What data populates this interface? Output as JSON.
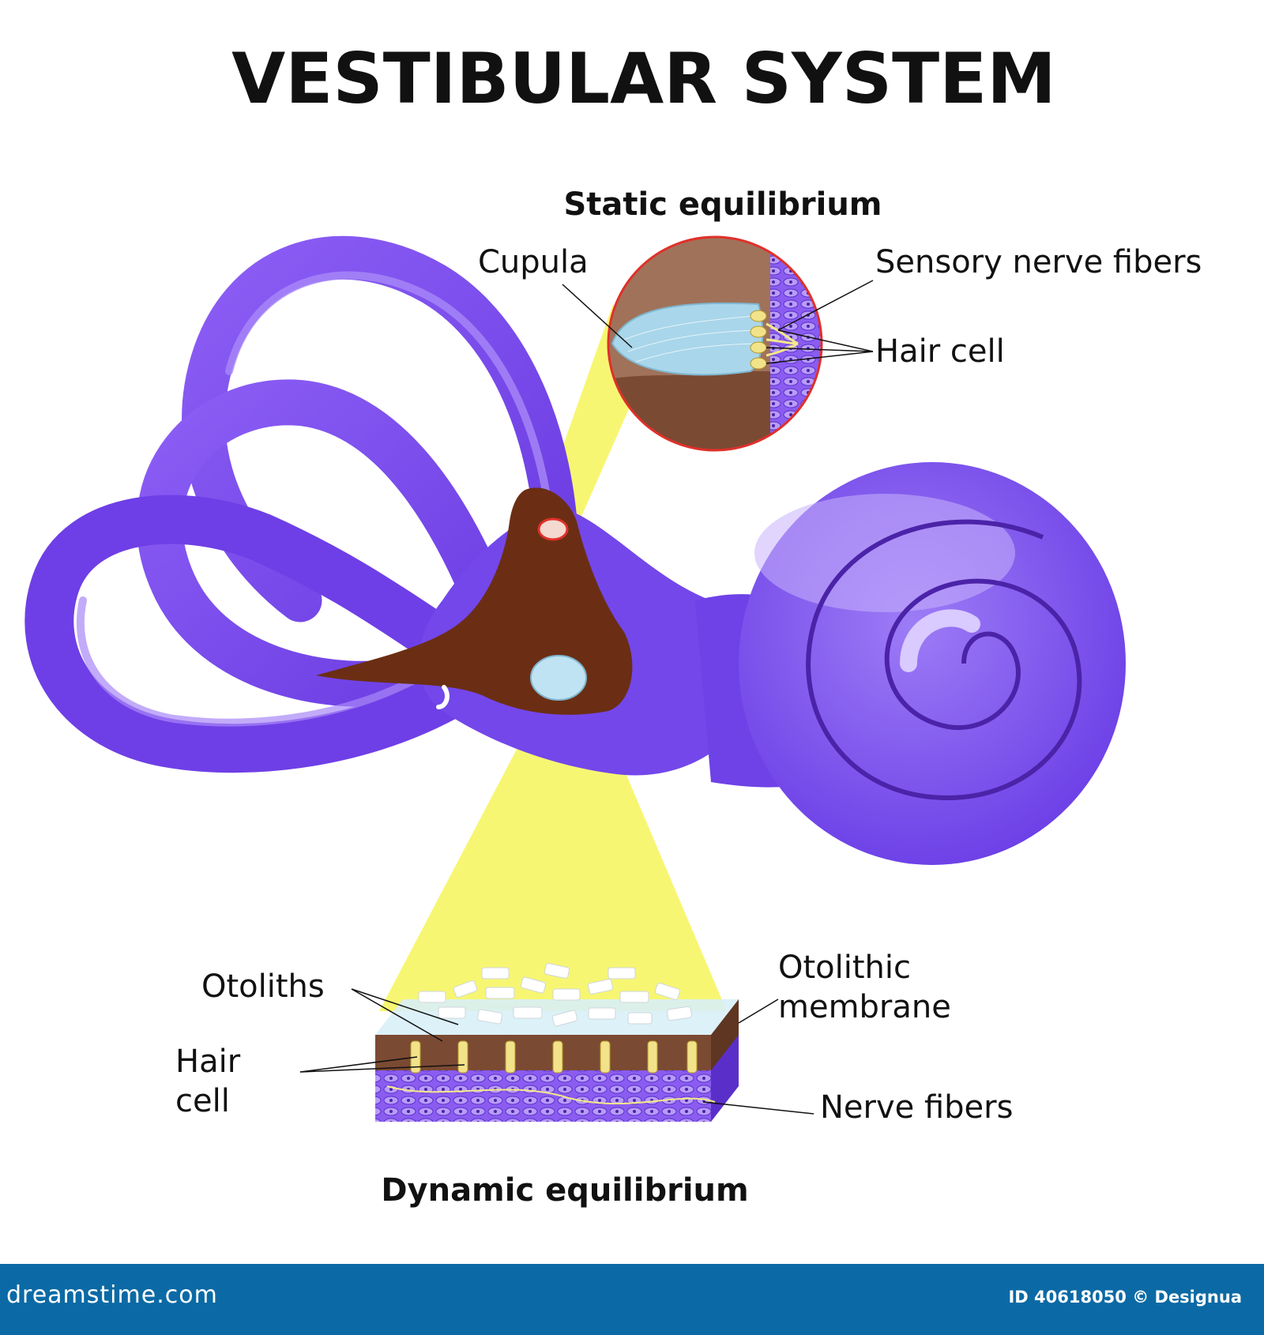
{
  "title": "VESTIBULAR SYSTEM",
  "static_section": {
    "heading": "Static equilibrium",
    "labels": {
      "cupula": "Cupula",
      "sensory_nerve_fibers": "Sensory nerve fibers",
      "hair_cell": "Hair cell"
    }
  },
  "dynamic_section": {
    "heading": "Dynamic equilibrium",
    "labels": {
      "otoliths": "Otoliths",
      "otolithic_line1": "Otolithic",
      "otolithic_line2": "membrane",
      "hair_line1": "Hair",
      "hair_line2": "cell",
      "nerve_fibers": "Nerve fibers"
    }
  },
  "footer": {
    "brand": "dreamstime.com",
    "credit": "ID 40618050 © Designua"
  },
  "colors": {
    "canal": "#7c4df0",
    "canal_dark": "#5a2fc9",
    "canal_light": "#a888f7",
    "cochlea_light": "#c8b3fb",
    "vestibule": "#6b2e14",
    "spotlight": "#f7f56a",
    "zoom_ring": "#e0302a",
    "footer": "#0b6aa5"
  }
}
